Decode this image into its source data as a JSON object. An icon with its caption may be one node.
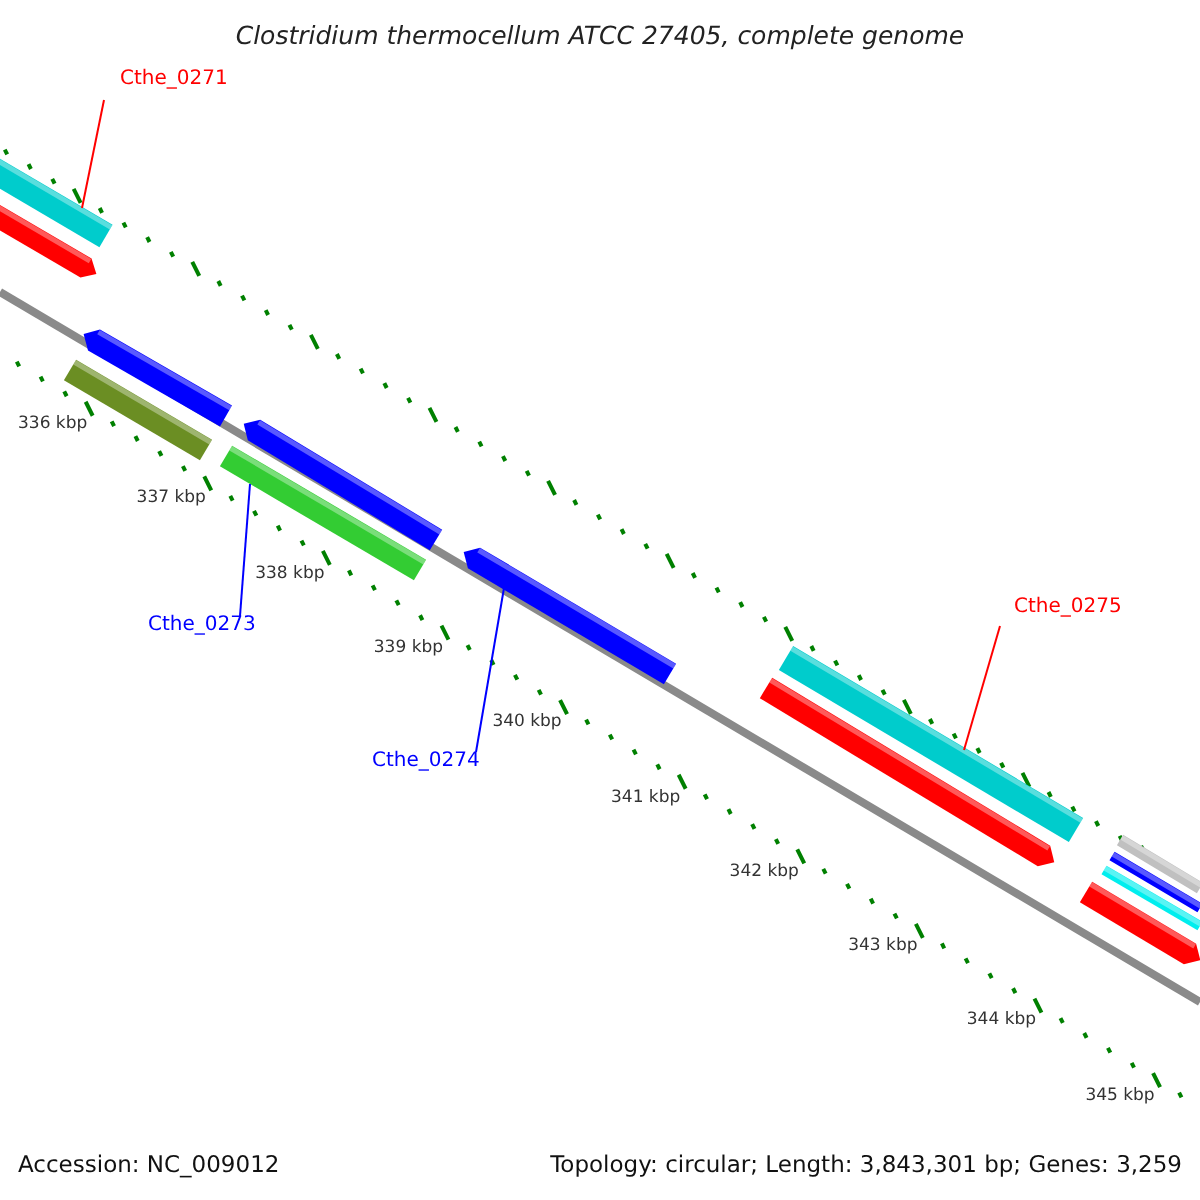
{
  "diagram": {
    "title": "Clostridium thermocellum ATCC 27405, complete genome",
    "nodes": [
      {
        "text": [
          "Cthe_0271"
        ]
      },
      {
        "text": [],
        "shape": "bar"
      },
      {
        "text": [
          "Cthe_0273"
        ]
      },
      {
        "text": [],
        "shape": "bar"
      },
      {
        "text": [
          "Cthe_0274"
        ]
      },
      {
        "text": [],
        "shape": "bar"
      },
      {
        "text": [
          "Cthe_0275"
        ]
      },
      {
        "text": [],
        "shape": "bar"
      }
    ],
    "edges": [
      {
        "from": 0,
        "to": 1,
        "arrow": "none",
        "color": "#ff0000"
      },
      {
        "from": 2,
        "to": 3,
        "arrow": "none",
        "color": "#0000ff"
      },
      {
        "from": 4,
        "to": 5,
        "arrow": "none",
        "color": "#0000ff"
      },
      {
        "from": 6,
        "to": 7,
        "arrow": "none",
        "color": "#ff0000"
      }
    ],
    "labels": [
      "336 kbp",
      "337 kbp",
      "338 kbp",
      "339 kbp",
      "340 kbp",
      "341 kbp",
      "342 kbp",
      "343 kbp",
      "344 kbp",
      "345 kbp",
      "Accession: NC_009012",
      "Topology: circular; Length: 3,843,301 bp; Genes: 3,259"
    ]
  }
}
